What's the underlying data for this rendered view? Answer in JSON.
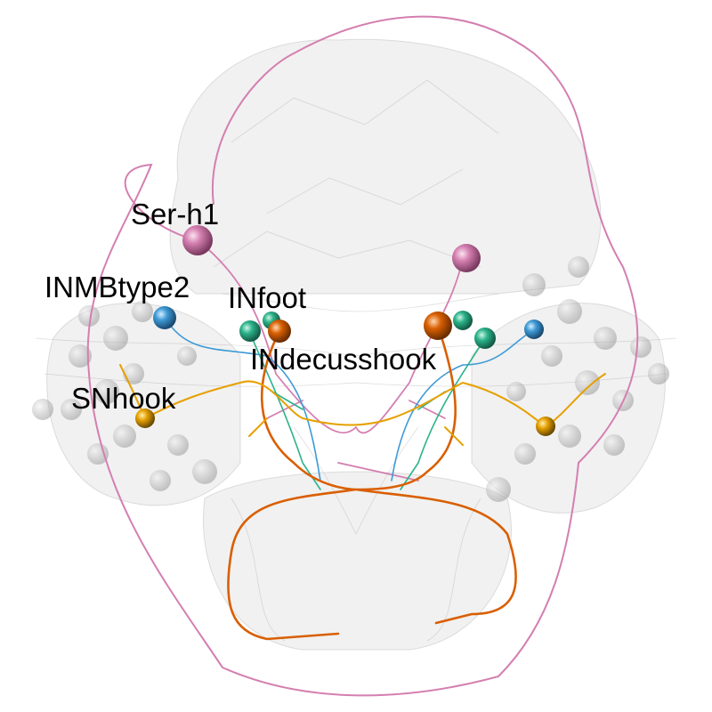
{
  "neurons": [
    {
      "id": "ser-h1",
      "label": "Ser-h1",
      "color": "#d47fb0"
    },
    {
      "id": "inmbtype2",
      "label": "INMBtype2",
      "color": "#3e9ad6"
    },
    {
      "id": "infoot",
      "label": "INfoot",
      "color": "#2bb38a"
    },
    {
      "id": "indecusshook",
      "label": "INdecusshook",
      "color": "#d95f02"
    },
    {
      "id": "snhook",
      "label": "SNhook",
      "color": "#e6a000"
    }
  ],
  "colors": {
    "brain_mesh": "#e6e6e6",
    "mesh_edge": "#c8c8c8",
    "background_neurons": "#999999",
    "outline": "#d47fb0"
  }
}
